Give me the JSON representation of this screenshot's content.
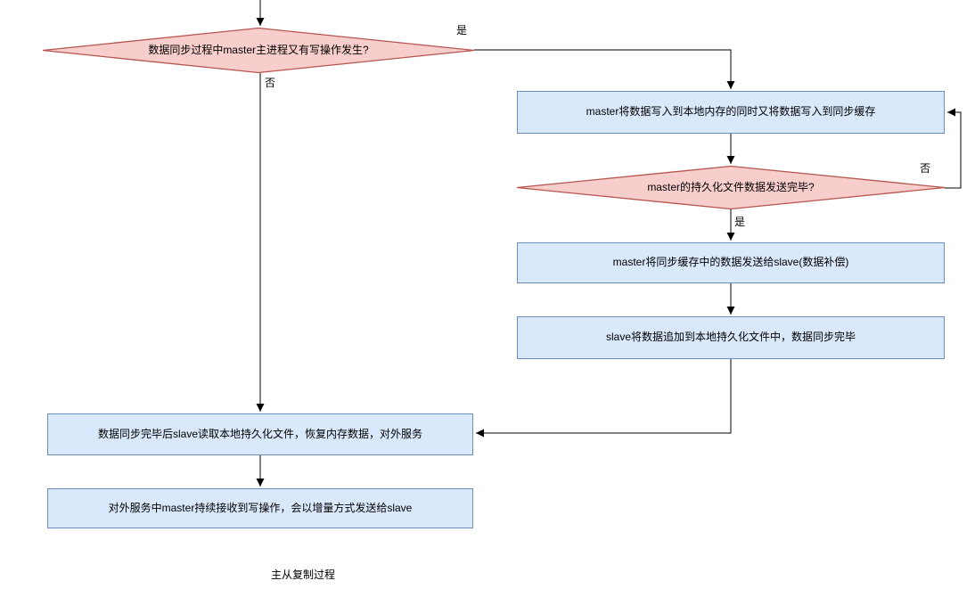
{
  "diagram": {
    "caption": "主从复制过程",
    "colors": {
      "decision_fill": "#f8cecc",
      "decision_stroke": "#b85450",
      "process_fill": "#dae8fc",
      "process_stroke": "#6c8ebf",
      "edge_line": "#000000",
      "text": "#000000",
      "background": "#ffffff"
    },
    "nodes": {
      "d1": {
        "type": "decision",
        "label": "数据同步过程中master主进程又有写操作发生?"
      },
      "p1": {
        "type": "process",
        "label": "master将数据写入到本地内存的同时又将数据写入到同步缓存"
      },
      "d2": {
        "type": "decision",
        "label": "master的持久化文件数据发送完毕?"
      },
      "p2": {
        "type": "process",
        "label": "master将同步缓存中的数据发送给slave(数据补偿)"
      },
      "p3": {
        "type": "process",
        "label": "slave将数据追加到本地持久化文件中，数据同步完毕"
      },
      "p4": {
        "type": "process",
        "label": "数据同步完毕后slave读取本地持久化文件，恢复内存数据，对外服务"
      },
      "p5": {
        "type": "process",
        "label": "对外服务中master持续接收到写操作，会以增量方式发送给slave"
      }
    },
    "edges": [
      {
        "from": "start",
        "to": "d1",
        "label": ""
      },
      {
        "from": "d1",
        "to": "p1",
        "label": "是"
      },
      {
        "from": "d1",
        "to": "p4",
        "label": "否"
      },
      {
        "from": "p1",
        "to": "d2",
        "label": ""
      },
      {
        "from": "d2",
        "to": "p1",
        "label": "否"
      },
      {
        "from": "d2",
        "to": "p2",
        "label": "是"
      },
      {
        "from": "p2",
        "to": "p3",
        "label": ""
      },
      {
        "from": "p3",
        "to": "p4",
        "label": ""
      },
      {
        "from": "p4",
        "to": "p5",
        "label": ""
      }
    ]
  }
}
